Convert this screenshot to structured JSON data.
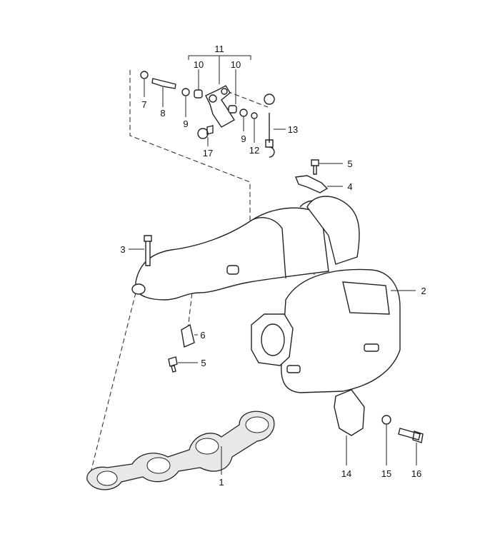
{
  "diagram": {
    "callouts": {
      "c11": "11",
      "c10a": "10",
      "c10b": "10",
      "c7": "7",
      "c8": "8",
      "c9a": "9",
      "c9b": "9",
      "c12": "12",
      "c13": "13",
      "c17": "17",
      "c5a": "5",
      "c4": "4",
      "c3": "3",
      "c2": "2",
      "c6": "6",
      "c5b": "5",
      "c1": "1",
      "c14": "14",
      "c15": "15",
      "c16": "16"
    }
  }
}
